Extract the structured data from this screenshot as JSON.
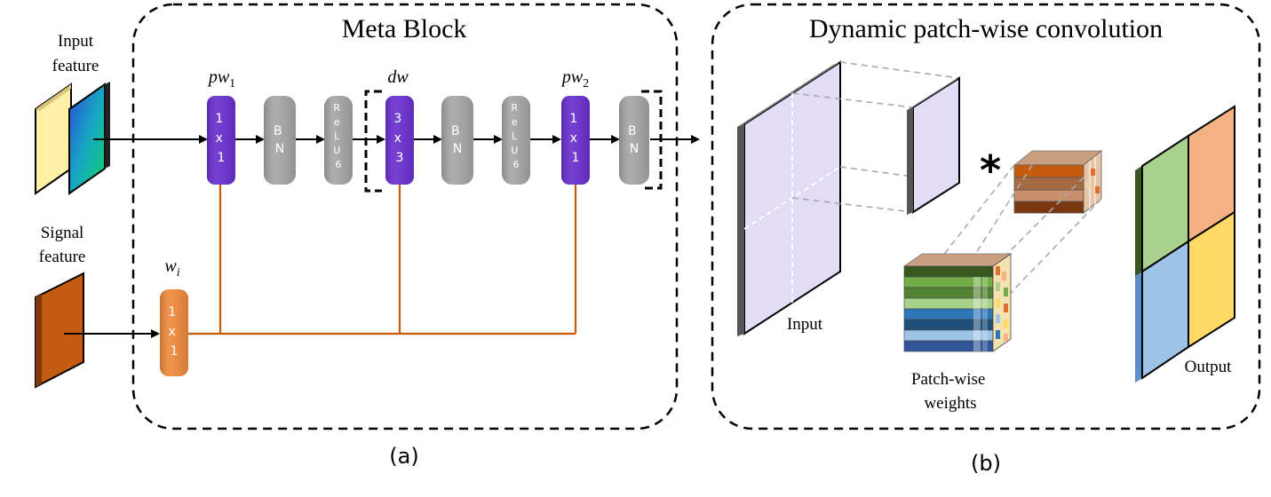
{
  "panel_a": {
    "title": "Meta Block",
    "caption": "(a)",
    "inputs": {
      "input_feature": [
        "Input",
        "feature"
      ],
      "signal_feature": [
        "Signal",
        "feature"
      ]
    },
    "conv_labels": {
      "pw1": {
        "base": "pw",
        "sub": "1"
      },
      "dw": {
        "base": "dw",
        "sub": ""
      },
      "pw2": {
        "base": "pw",
        "sub": "2"
      },
      "wi": {
        "base": "w",
        "sub": "i"
      }
    },
    "blocks": [
      {
        "id": "pw1",
        "text": [
          "1",
          "x",
          "1"
        ],
        "color": "#6a2fd0"
      },
      {
        "id": "bn1",
        "text": [
          "B",
          "N"
        ],
        "color": "#a6a6a6"
      },
      {
        "id": "relu1",
        "text": [
          "R",
          "e",
          "L",
          "U",
          "6"
        ],
        "color": "#a6a6a6"
      },
      {
        "id": "dw",
        "text": [
          "3",
          "x",
          "3"
        ],
        "color": "#6a2fd0"
      },
      {
        "id": "bn2",
        "text": [
          "B",
          "N"
        ],
        "color": "#a6a6a6"
      },
      {
        "id": "relu2",
        "text": [
          "R",
          "e",
          "L",
          "U",
          "6"
        ],
        "color": "#a6a6a6"
      },
      {
        "id": "pw2",
        "text": [
          "1",
          "x",
          "1"
        ],
        "color": "#6a2fd0"
      },
      {
        "id": "bn3",
        "text": [
          "B",
          "N"
        ],
        "color": "#a6a6a6"
      },
      {
        "id": "wi",
        "text": [
          "1",
          "x",
          "1"
        ],
        "color": "#f08a3c"
      }
    ]
  },
  "panel_b": {
    "title": "Dynamic patch-wise convolution",
    "caption": "(b)",
    "labels": {
      "input": "Input",
      "weights": [
        "Patch-wise",
        "weights"
      ],
      "output": "Output",
      "operator": "*"
    }
  },
  "colors": {
    "arrow": "#000000",
    "branch": "#c55a11",
    "purple": "#6a2fd0",
    "gray": "#a6a6a6",
    "orange": "#f08a3c",
    "output_q1": "#a9d18e",
    "output_q2": "#f4b183",
    "output_q3": "#9dc3e6",
    "output_q4": "#ffd966"
  }
}
